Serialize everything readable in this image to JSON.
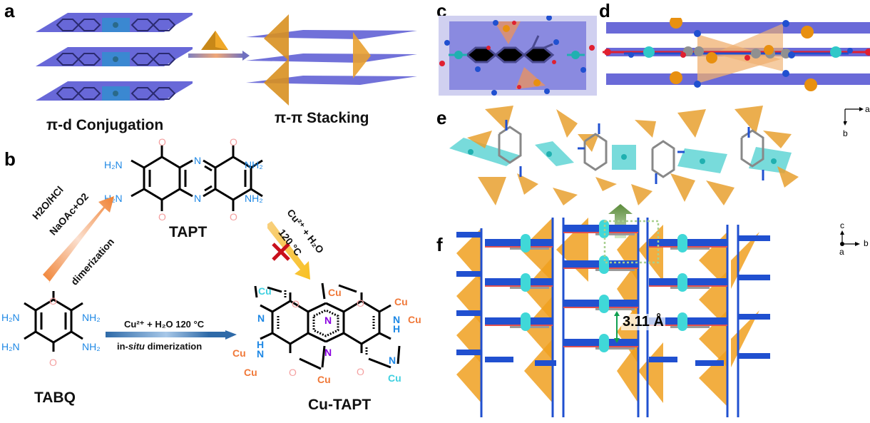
{
  "panels": {
    "a": {
      "label": "a",
      "caption_left": "π-d Conjugation",
      "caption_right": "π-π Stacking"
    },
    "b": {
      "label": "b",
      "tapt_name": "TAPT",
      "tabq_name": "TABQ",
      "cu_tapt_name": "Cu-TAPT",
      "route1_conditions": [
        "H2O/HCl",
        "NaOAc+O2",
        "dimerization"
      ],
      "route2_conditions": [
        "Cu²⁺ + H₂O",
        "120 °C"
      ],
      "route2_blocked": true,
      "route3_top": "Cu²⁺ + H₂O 120 °C",
      "route3_bottom_prefix": "in-",
      "route3_bottom_italic": "situ",
      "route3_bottom_suffix": " dimerization",
      "atoms": {
        "amine": "H₂N",
        "amine_r": "NH₂",
        "o": "O",
        "n": "N",
        "h": "H",
        "cu": "Cu"
      }
    },
    "c": {
      "label": "c"
    },
    "d": {
      "label": "d"
    },
    "e": {
      "label": "e",
      "axes": {
        "horizontal": "a",
        "vertical": "b"
      }
    },
    "f": {
      "label": "f",
      "distance": "3.11 Å",
      "axes": {
        "up": "c",
        "right": "b",
        "origin": "a"
      }
    }
  },
  "colors": {
    "plane_blue": "#6a6ad8",
    "cu_orange": "#f0a020",
    "cu_teal": "#3cc8c8",
    "amine_blue": "#1e88e5",
    "oxygen_pink": "#f4a0a0",
    "nitrogen_purple": "#8a00e0",
    "cu_label_orange": "#f07838",
    "cu_label_teal": "#40d0e0",
    "red_x": "#c8101c",
    "green_arrow": "#6a9a50"
  }
}
